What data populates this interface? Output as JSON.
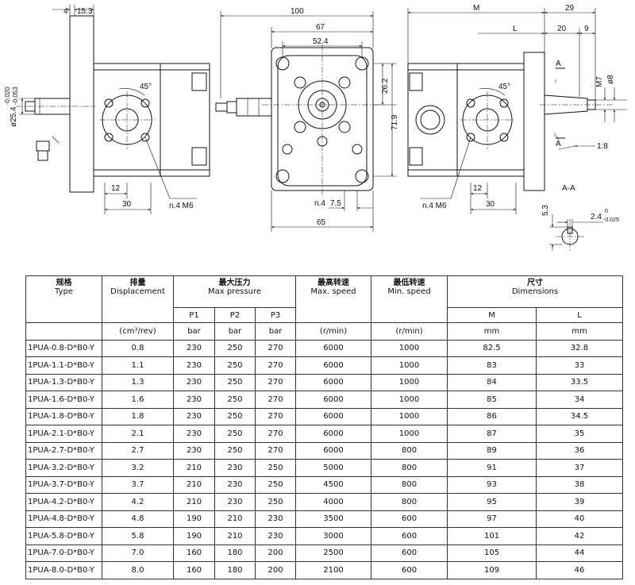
{
  "drawing": {
    "left_view": {
      "dims": [
        "4",
        "15.3",
        "12",
        "30",
        "45°",
        "n.4  M6"
      ],
      "shaft_dim": "ø25.4",
      "shaft_tol_upper": "-0.020",
      "shaft_tol_lower": "-0.053"
    },
    "front_view": {
      "dims": [
        "100",
        "67",
        "52.4",
        "26.2",
        "71.9",
        "n.4",
        "7.5",
        "65"
      ]
    },
    "right_view": {
      "dims": [
        "M",
        "29",
        "L",
        "20",
        "9",
        "M7",
        "ø8",
        "45°",
        "n.4  M6",
        "12",
        "30",
        "1:8"
      ],
      "section_marks": [
        "A",
        "A"
      ]
    },
    "section": {
      "title": "A-A",
      "dims": [
        "5.3",
        "2.4"
      ],
      "tol_upper": "0",
      "tol_lower": "-0.025"
    }
  },
  "table": {
    "header": {
      "type_cn": "规格",
      "type_en": "Type",
      "disp_cn": "排量",
      "disp_en": "Displacement",
      "press_cn": "最大压力",
      "press_en": "Max pressure",
      "maxs_cn": "最高转速",
      "maxs_en": "Max. speed",
      "mins_cn": "最低转速",
      "mins_en": "Min. speed",
      "dim_cn": "尺寸",
      "dim_en": "Dimensions",
      "p1": "P1",
      "p2": "P2",
      "p3": "P3",
      "m": "M",
      "l": "L"
    },
    "units": {
      "disp": "(cm³/rev)",
      "p1": "bar",
      "p2": "bar",
      "p3": "bar",
      "maxs": "(r/min)",
      "mins": "(r/min)",
      "m": "mm",
      "l": "mm"
    },
    "rows": [
      {
        "type": "1PUA-0.8-D*B0-Y",
        "disp": "0.8",
        "p1": "230",
        "p2": "250",
        "p3": "270",
        "maxs": "6000",
        "mins": "1000",
        "m": "82.5",
        "l": "32.8"
      },
      {
        "type": "1PUA-1.1-D*B0-Y",
        "disp": "1.1",
        "p1": "230",
        "p2": "250",
        "p3": "270",
        "maxs": "6000",
        "mins": "1000",
        "m": "83",
        "l": "33"
      },
      {
        "type": "1PUA-1.3-D*B0-Y",
        "disp": "1.3",
        "p1": "230",
        "p2": "250",
        "p3": "270",
        "maxs": "6000",
        "mins": "1000",
        "m": "84",
        "l": "33.5"
      },
      {
        "type": "1PUA-1.6-D*B0-Y",
        "disp": "1.6",
        "p1": "230",
        "p2": "250",
        "p3": "270",
        "maxs": "6000",
        "mins": "1000",
        "m": "85",
        "l": "34"
      },
      {
        "type": "1PUA-1.8-D*B0-Y",
        "disp": "1.8",
        "p1": "230",
        "p2": "250",
        "p3": "270",
        "maxs": "6000",
        "mins": "1000",
        "m": "86",
        "l": "34.5"
      },
      {
        "type": "1PUA-2.1-D*B0-Y",
        "disp": "2.1",
        "p1": "230",
        "p2": "250",
        "p3": "270",
        "maxs": "6000",
        "mins": "1000",
        "m": "87",
        "l": "35"
      },
      {
        "type": "1PUA-2.7-D*B0-Y",
        "disp": "2.7",
        "p1": "230",
        "p2": "250",
        "p3": "270",
        "maxs": "6000",
        "mins": "800",
        "m": "89",
        "l": "36"
      },
      {
        "type": "1PUA-3.2-D*B0-Y",
        "disp": "3.2",
        "p1": "210",
        "p2": "230",
        "p3": "250",
        "maxs": "5000",
        "mins": "800",
        "m": "91",
        "l": "37"
      },
      {
        "type": "1PUA-3.7-D*B0-Y",
        "disp": "3.7",
        "p1": "210",
        "p2": "230",
        "p3": "250",
        "maxs": "4500",
        "mins": "800",
        "m": "93",
        "l": "38"
      },
      {
        "type": "1PUA-4.2-D*B0-Y",
        "disp": "4.2",
        "p1": "210",
        "p2": "230",
        "p3": "250",
        "maxs": "4000",
        "mins": "800",
        "m": "95",
        "l": "39"
      },
      {
        "type": "1PUA-4.8-D*B0-Y",
        "disp": "4.8",
        "p1": "190",
        "p2": "210",
        "p3": "230",
        "maxs": "3500",
        "mins": "600",
        "m": "97",
        "l": "40"
      },
      {
        "type": "1PUA-5.8-D*B0-Y",
        "disp": "5.8",
        "p1": "190",
        "p2": "210",
        "p3": "230",
        "maxs": "3000",
        "mins": "600",
        "m": "101",
        "l": "42"
      },
      {
        "type": "1PUA-7.0-D*B0-Y",
        "disp": "7.0",
        "p1": "160",
        "p2": "180",
        "p3": "200",
        "maxs": "2500",
        "mins": "600",
        "m": "105",
        "l": "44"
      },
      {
        "type": "1PUA-8.0-D*B0-Y",
        "disp": "8.0",
        "p1": "160",
        "p2": "180",
        "p3": "200",
        "maxs": "2100",
        "mins": "600",
        "m": "109",
        "l": "46"
      }
    ]
  }
}
